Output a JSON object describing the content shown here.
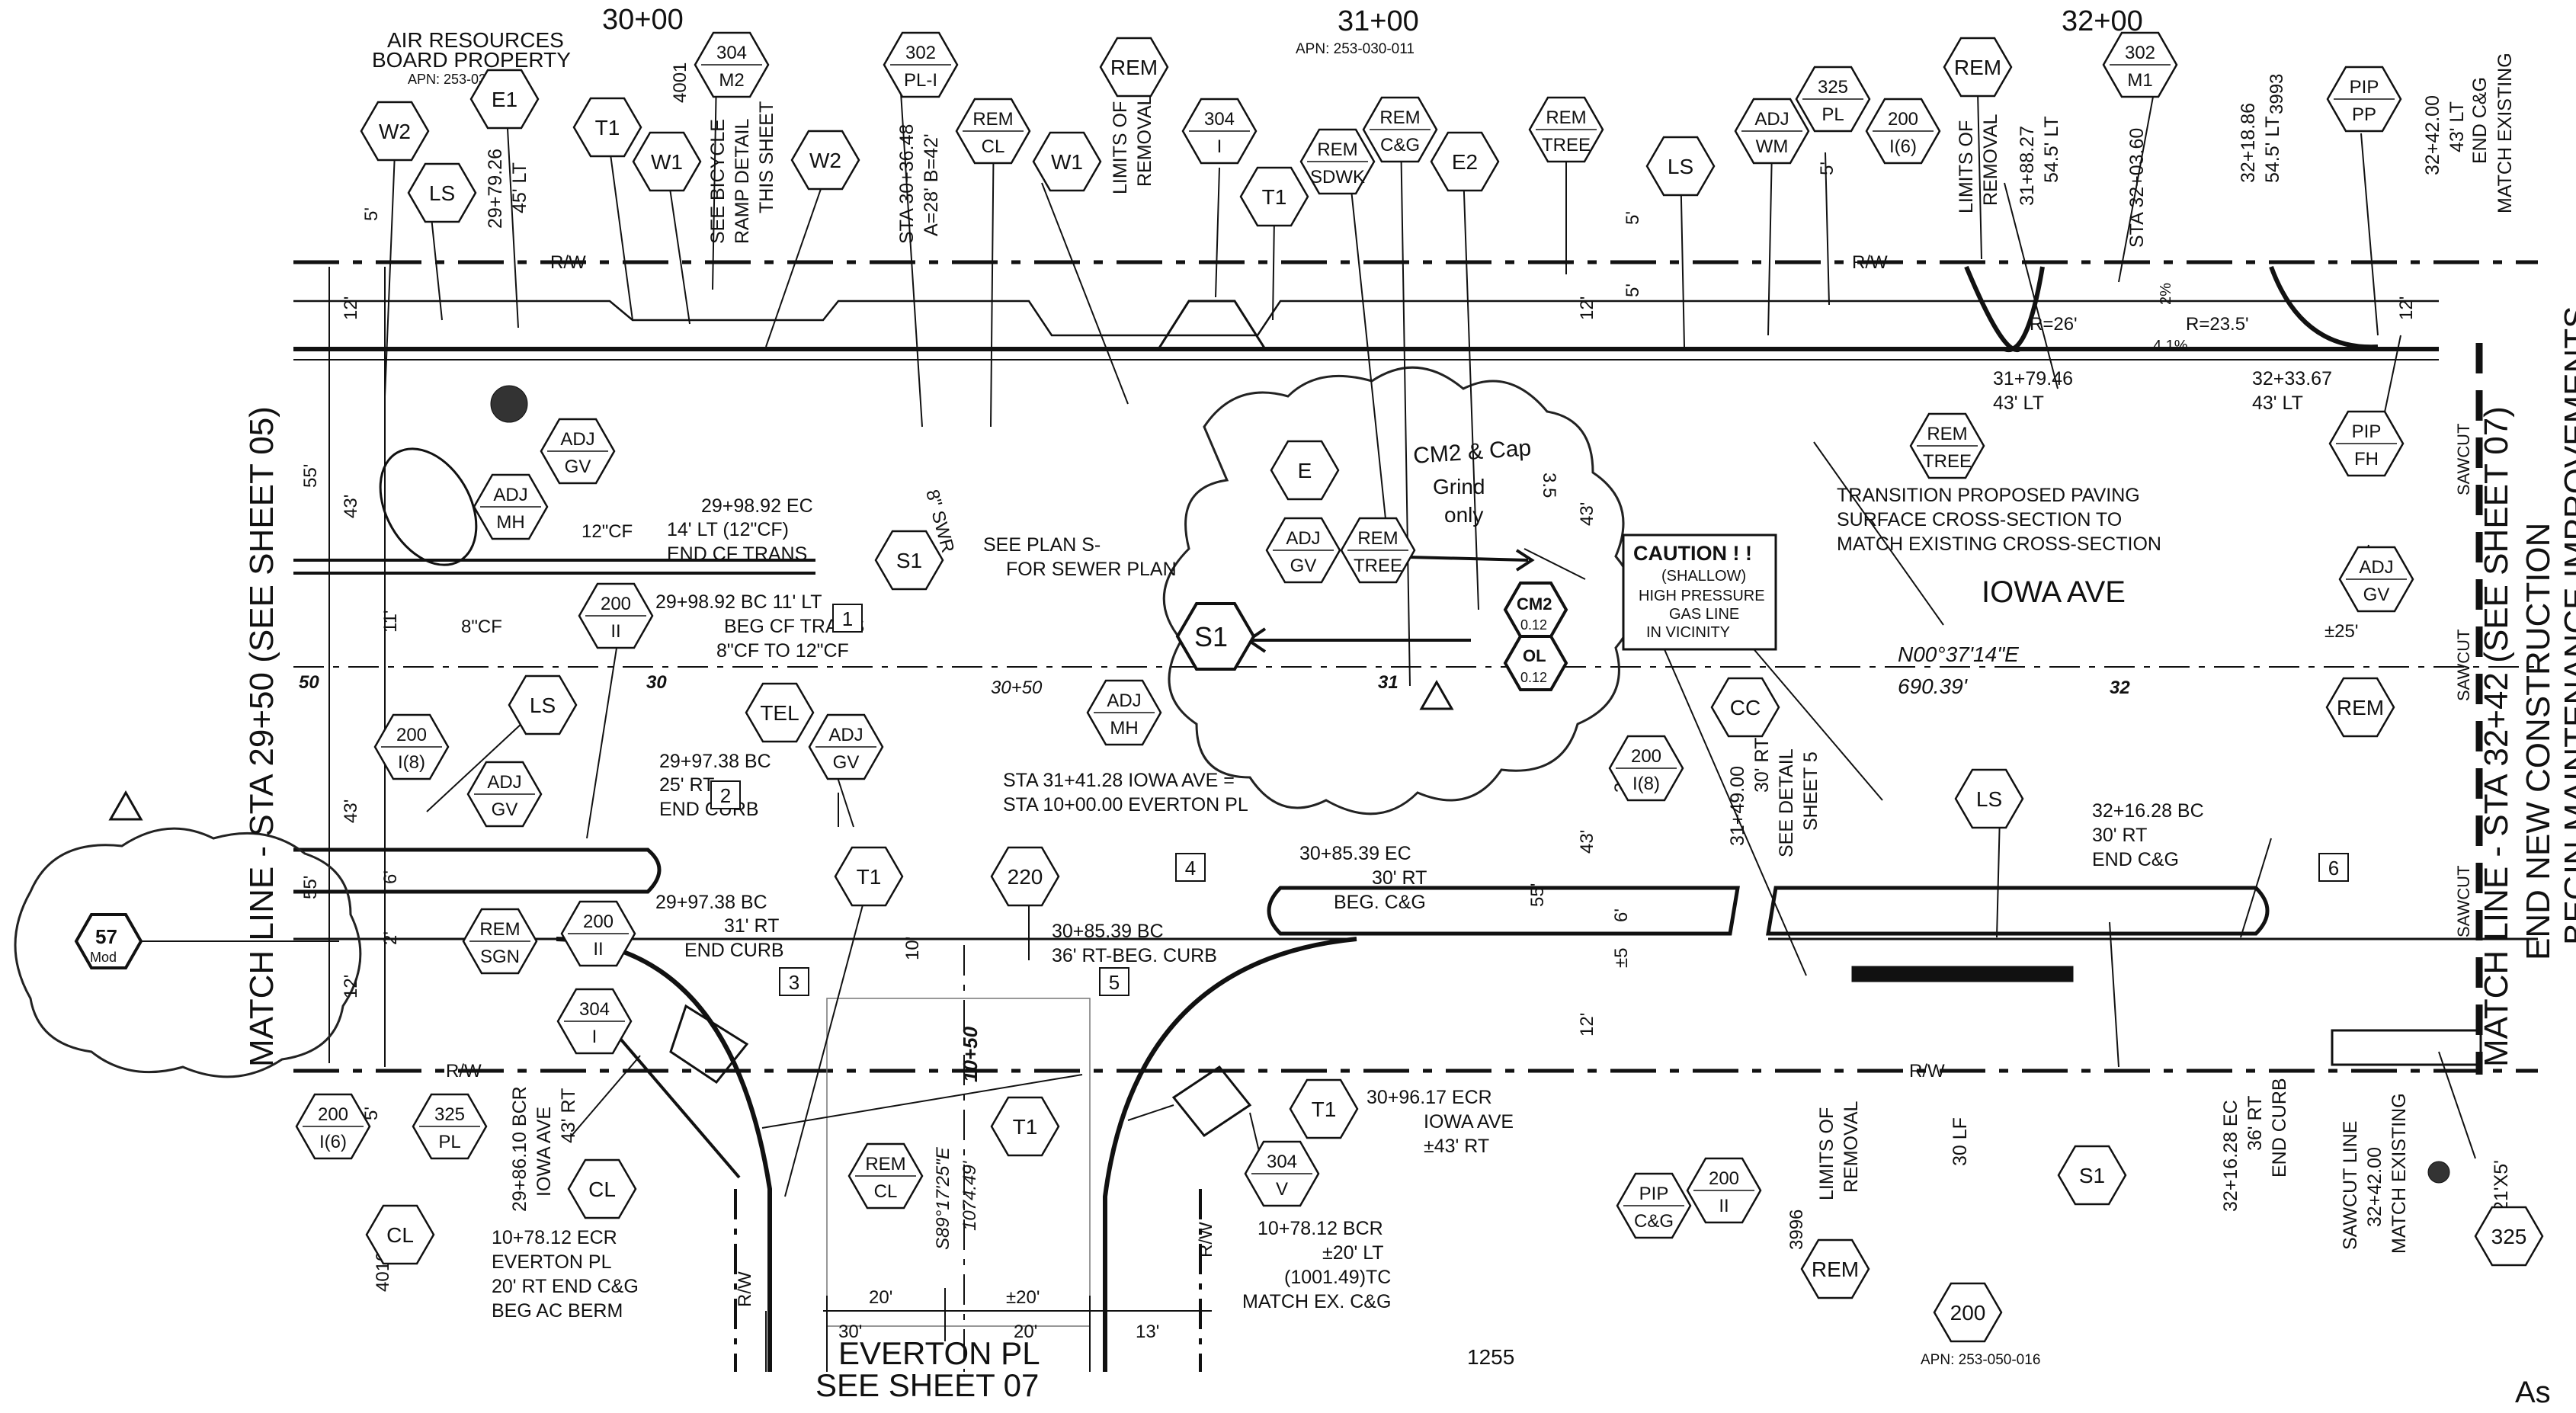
{
  "stations": {
    "s3000": "30+00",
    "s3100": "31+00",
    "s3200": "32+00",
    "s3050": "30+50",
    "s1050": "10+50"
  },
  "match_left": "MATCH LINE - STA 29+50 (SEE SHEET 05)",
  "match_right": "MATCH LINE - STA 32+42 (SEE SHEET 07)",
  "right_side_1": "END NEW CONSTRUCTION",
  "right_side_2": "BEGIN MAINTENANCE IMPROVEMENTS",
  "air_resources": [
    "AIR RESOURCES",
    "BOARD PROPERTY"
  ],
  "apn_top_left": "APN: 253-030-023",
  "apn_top_mid": "APN: 253-030-011",
  "apn_bottom": "APN: 253-050-016",
  "addresses": {
    "a4001": "4001",
    "a3993": "3993",
    "a4010": "4010",
    "a3996": "3996",
    "a1255": "1255"
  },
  "street_main": "IOWA AVE",
  "street_cross": [
    "EVERTON PL",
    "SEE SHEET 07"
  ],
  "bearing_main": [
    "N00°37'14\"E",
    "690.39'"
  ],
  "bearing_cross": [
    "S89°17'25\"E",
    "1074.49'"
  ],
  "caution": [
    "CAUTION ! !",
    "(SHALLOW)",
    "HIGH PRESSURE",
    "GAS LINE",
    "IN VICINITY"
  ],
  "transition_note": [
    "TRANSITION PROPOSED PAVING",
    "SURFACE CROSS-SECTION TO",
    "MATCH EXISTING CROSS-SECTION"
  ],
  "sewer_note": [
    "SEE PLAN S-",
    "FOR SEWER PLAN"
  ],
  "sta_junction": [
    "STA 31+41.28 IOWA AVE =",
    "STA 10+00.00 EVERTON PL"
  ],
  "labels_hex": {
    "W2a": "W2",
    "E1": "E1",
    "LSa": "LS",
    "T1a": "T1",
    "W1a": "W1",
    "p304a": [
      "304",
      "M2"
    ],
    "W2b": "W2",
    "p302a": [
      "302",
      "PL-I"
    ],
    "remcl_a": [
      "REM",
      "CL"
    ],
    "W1b": "W1",
    "rem_a": "REM",
    "p304b": [
      "304",
      "I"
    ],
    "T1b": "T1",
    "remsdwk": [
      "REM",
      "SDWK"
    ],
    "remcg": [
      "REM",
      "C&G"
    ],
    "E2": "E2",
    "remtree_a": [
      "REM",
      "TREE"
    ],
    "LSb": "LS",
    "adjwm": [
      "ADJ",
      "WM"
    ],
    "p325a": [
      "325",
      "PL"
    ],
    "p200a": [
      "200",
      "I(6)"
    ],
    "rem_b": "REM",
    "p302b": [
      "302",
      "M1"
    ],
    "pippp": [
      "PIP",
      "PP"
    ],
    "adjgv_a": [
      "ADJ",
      "GV"
    ],
    "adjmh_a": [
      "ADJ",
      "MH"
    ],
    "p200b": [
      "200",
      "II"
    ],
    "S1a": "S1",
    "p200c": [
      "200",
      "I(8)"
    ],
    "LSc": "LS",
    "tel": "TEL",
    "adjgv_b": [
      "ADJ",
      "GV"
    ],
    "adjgv_c": [
      "ADJ",
      "GV"
    ],
    "T1c": "T1",
    "remsgn": [
      "REM",
      "SGN"
    ],
    "p200d": [
      "200",
      "II"
    ],
    "p220": "220",
    "adjmh_b": [
      "ADJ",
      "MH"
    ],
    "E3": "E",
    "adjgv_d": [
      "ADJ",
      "GV"
    ],
    "remtree_b": [
      "REM",
      "TREE"
    ],
    "remtree_c": [
      "REM",
      "TREE"
    ],
    "CC": "CC",
    "p200e": [
      "200",
      "I(8)"
    ],
    "LSd": "LS",
    "pipfh": [
      "PIP",
      "FH"
    ],
    "adjgv_e": [
      "ADJ",
      "GV"
    ],
    "rem_c": "REM",
    "p304c": [
      "304",
      "I"
    ],
    "p200f": [
      "200",
      "I(6)"
    ],
    "p325b": [
      "325",
      "PL"
    ],
    "CLa": "CL",
    "CLb": "CL",
    "remcl_b": [
      "REM",
      "CL"
    ],
    "T1d": "T1",
    "T1e": "T1",
    "p304d": [
      "304",
      "V"
    ],
    "pipcg": [
      "PIP",
      "C&G"
    ],
    "p200g": [
      "200",
      "II"
    ],
    "rem_d": "REM",
    "p200h": "200",
    "S1b": "S1",
    "p325c": "325"
  },
  "callouts": {
    "c1": [
      "29+98.92 EC",
      "14' LT (12\"CF)",
      "END CF TRANS"
    ],
    "c2": [
      "29+98.92 BC 11' LT",
      "BEG CF TRANS",
      "8\"CF TO 12\"CF"
    ],
    "c3": [
      "29+97.38 BC",
      "25' RT",
      "END CURB"
    ],
    "c4": [
      "29+97.38 BC",
      "31' RT",
      "END CURB"
    ],
    "c5": [
      "30+85.39 EC",
      "30' RT",
      "BEG. C&G"
    ],
    "c6": [
      "30+85.39 BC",
      "36' RT-BEG. CURB"
    ],
    "c7": [
      "31+79.46",
      "43' LT"
    ],
    "c8": [
      "32+33.67",
      "43' LT"
    ],
    "c9": [
      "32+16.28 BC",
      "30' RT",
      "END C&G"
    ],
    "c10": [
      "30+96.17 ECR",
      "IOWA AVE",
      "±43' RT"
    ],
    "c11": [
      "10+78.12 BCR",
      "±20' LT",
      "(1001.49)TC",
      "MATCH EX. C&G"
    ],
    "c12": [
      "10+78.12 ECR",
      "EVERTON PL",
      "20' RT END C&G",
      "BEG AC BERM"
    ]
  },
  "vertical_notes": {
    "v1": [
      "29+79.26",
      "45' LT"
    ],
    "v2": [
      "SEE BICYCLE",
      "RAMP DETAIL",
      "THIS SHEET"
    ],
    "v3": [
      "STA 30+36.48",
      "A=28' B=42'"
    ],
    "v4": [
      "LIMITS OF",
      "REMOVAL"
    ],
    "v5": [
      "LIMITS OF",
      "REMOVAL"
    ],
    "v6": [
      "31+88.27",
      "54.5' LT"
    ],
    "v7": "STA 32+03.60",
    "v8": [
      "32+18.86",
      "54.5' LT"
    ],
    "v9": [
      "32+42.00",
      "43' LT",
      "END C&G",
      "MATCH EXISTING"
    ],
    "v10": [
      "31+49.00",
      "30' RT",
      "SEE DETAIL",
      "SHEET 5"
    ],
    "v11": [
      "29+86.10 BCR",
      "IOWA AVE",
      "43' RT"
    ],
    "v12": [
      "LIMITS OF",
      "REMOVAL"
    ],
    "v13": "30 LF",
    "v14": [
      "32+16.28 EC",
      "36' RT",
      "END CURB"
    ],
    "v15": [
      "SAWCUT LINE",
      "32+42.00",
      "MATCH EXISTING"
    ],
    "v16": "21'X5'"
  },
  "dims": {
    "d5": "5'",
    "d12": "12'",
    "d55": "55'",
    "d43": "43'",
    "d11": "11'",
    "d6": "6'",
    "d2": "2'",
    "d10": "10'",
    "d20": "20'",
    "d30": "30'",
    "d13": "13'",
    "dpm20": "±20'",
    "dpm5": "±5",
    "dpm25": "±25'",
    "r26": "R=26'",
    "r235": "R=23.5'",
    "p41": "4.1%",
    "p2": "2%",
    "sawcut": "SAWCUT",
    "rw": "R/W",
    "cf12": "12\"CF",
    "cf8": "8\"CF",
    "swr": "8\" SWR",
    "n30": "30",
    "n31": "31",
    "n32": "32",
    "n50": "50"
  },
  "tags": {
    "t1": "1",
    "t2": "2",
    "t3": "3",
    "t4": "4",
    "t5": "5",
    "t6": "6"
  },
  "hand": {
    "cm": "CM2 & Cap",
    "grind": "Grind",
    "only": "only",
    "hcm2": "CM2",
    "hcm2v": "0.12",
    "hol": "OL",
    "holv": "0.12",
    "hs1": "S1",
    "h57": "57",
    "hmod": "Mod",
    "h35": "3.5",
    "hbr": "As"
  }
}
